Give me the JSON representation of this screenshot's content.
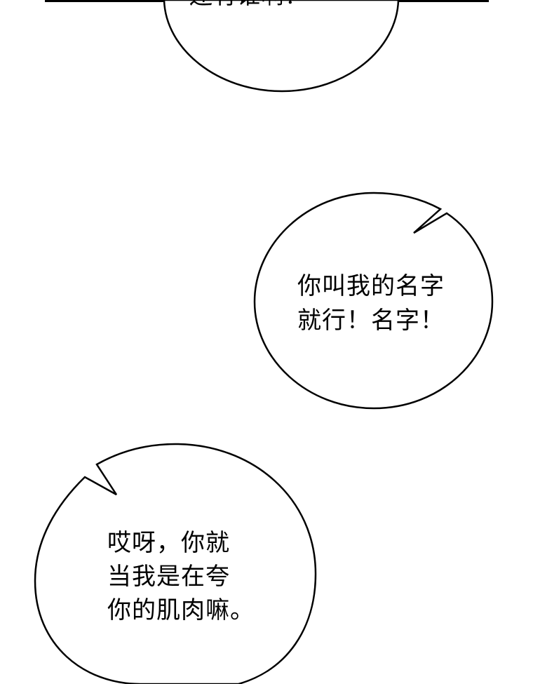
{
  "panel": {
    "background_color": "#ffffff",
    "ink_color": "#000000"
  },
  "bubbles": [
    {
      "id": "top",
      "text": "还有谁啊？"
    },
    {
      "id": "right",
      "text": "你叫我的名字\n就行！名字！"
    },
    {
      "id": "left",
      "text": "哎呀，你就\n当我是在夸\n你的肌肉嘛。"
    }
  ]
}
